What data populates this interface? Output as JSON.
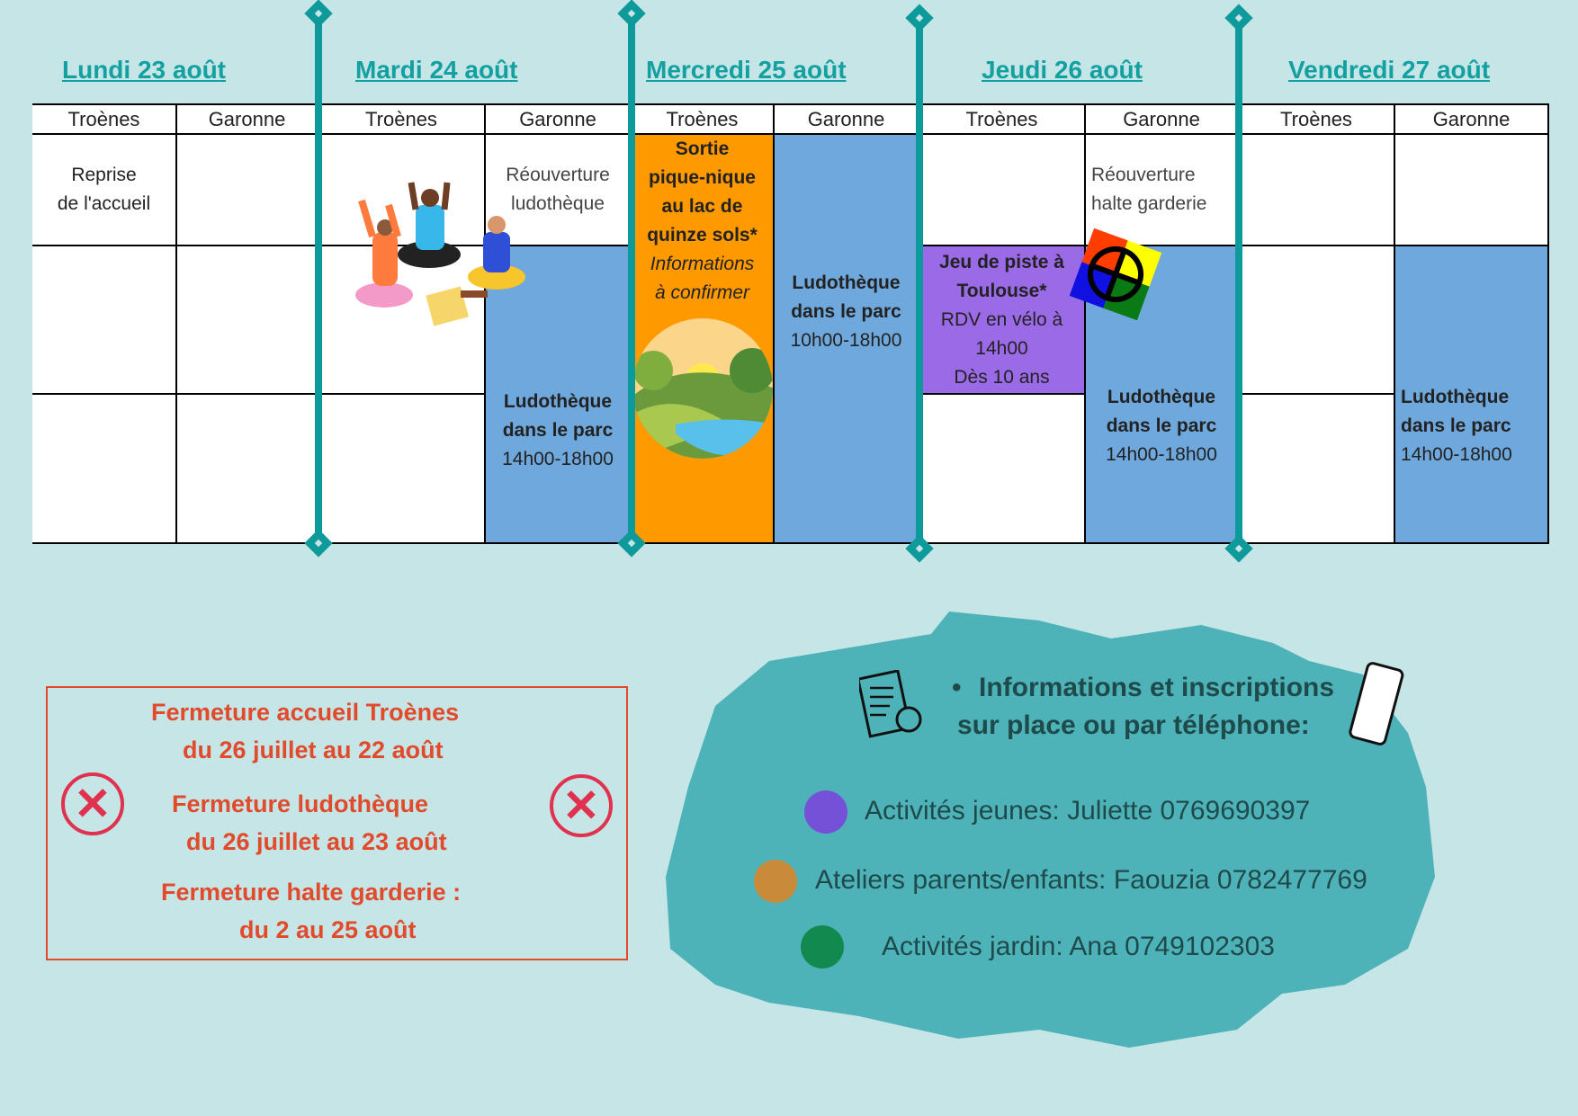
{
  "days": [
    {
      "title": "Lundi 23 août"
    },
    {
      "title": "Mardi  24 août"
    },
    {
      "title": "Mercredi  25 août"
    },
    {
      "title": "Jeudi 26 août"
    },
    {
      "title": "Vendredi 27 août"
    }
  ],
  "columns": {
    "troenes": "Troènes",
    "garonne": "Garonne"
  },
  "cells": {
    "lundi_troenes": [
      "Reprise",
      "de l'accueil"
    ],
    "mardi_garonne": [
      "Réouverture",
      "ludothèque"
    ],
    "mardi_garonne_park": [
      "Ludothèque",
      "dans le parc",
      "14h00-18h00"
    ],
    "mercredi_troenes": [
      "Sortie",
      "pique-nique",
      "au lac de",
      "quinze sols*",
      "Informations",
      "à confirmer"
    ],
    "mercredi_garonne": [
      "Ludothèque",
      "dans le parc",
      "10h00-18h00"
    ],
    "jeudi_troenes": [
      "Jeu de piste à",
      "Toulouse*",
      "RDV en vélo à",
      "14h00",
      "Dès 10 ans"
    ],
    "jeudi_garonne": [
      "Réouverture",
      "halte garderie"
    ],
    "jeudi_garonne_park": [
      "Ludothèque",
      "dans le parc",
      "14h00-18h00"
    ],
    "vendredi_garonne_park": [
      "Ludothèque",
      "dans le parc",
      "14h00-18h00"
    ]
  },
  "closures": [
    "Fermeture accueil Troènes",
    "du 26 juillet au 22 août",
    "Fermeture ludothèque",
    "du 26 juillet au 23 août",
    "Fermeture halte garderie :",
    "du 2 au 25 août"
  ],
  "info": {
    "title1": "Informations et inscriptions",
    "title2": "sur place ou par téléphone:",
    "contacts": [
      {
        "label": "Activités jeunes:  Juliette 0769690397",
        "color": "#7451d6"
      },
      {
        "label": "Ateliers parents/enfants: Faouzia 0782477769",
        "color": "#c98a39"
      },
      {
        "label": "Activités jardin: Ana 0749102303",
        "color": "#11894f"
      }
    ]
  }
}
